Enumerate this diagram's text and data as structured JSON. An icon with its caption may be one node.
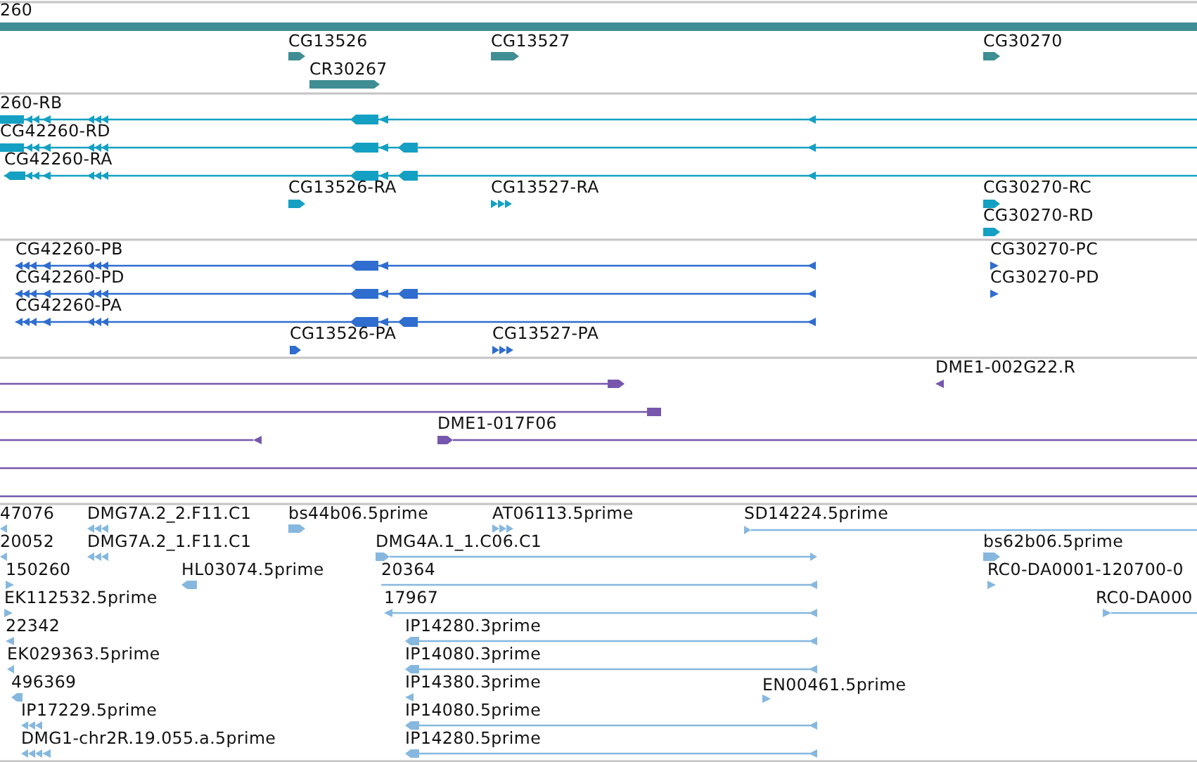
{
  "diagram": {
    "labels": [
      "260",
      "CG13526",
      "CG13527",
      "CG30270",
      "CR30267",
      "260-RB",
      "CG42260-RD",
      "CG42260-RA",
      "CG13526-RA",
      "CG13527-RA",
      "CG30270-RC",
      "CG30270-RD",
      "CG42260-PB",
      "CG30270-PC",
      "CG42260-PD",
      "CG30270-PD",
      "CG42260-PA",
      "CG13526-PA",
      "CG13527-PA",
      "DME1-002G22.R",
      "DME1-017F06",
      "47076",
      "DMG7A.2_2.F11.C1",
      "bs44b06.5prime",
      "AT06113.5prime",
      "SD14224.5prime",
      "20052",
      "DMG7A.2_1.F11.C1",
      "DMG4A.1_1.C06.C1",
      "bs62b06.5prime",
      "150260",
      "HL03074.5prime",
      "20364",
      "RC0-DA0001-120700-0",
      "EK112532.5prime",
      "17967",
      "RC0-DA000",
      "22342",
      "IP14280.3prime",
      "EK029363.5prime",
      "IP14080.3prime",
      "496369",
      "IP14380.3prime",
      "EN00461.5prime",
      "IP17229.5prime",
      "IP14080.5prime",
      "DMG1-chr2R.19.055.a.5prime",
      "IP14280.5prime"
    ]
  }
}
